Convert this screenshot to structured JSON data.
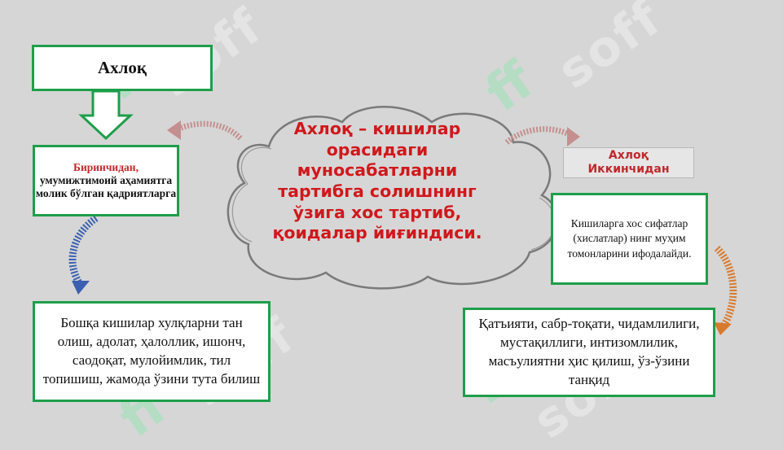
{
  "watermark": {
    "text": "soff",
    "mark": "ff"
  },
  "title": "Ахлоқ",
  "first": {
    "heading": "Биринчидан,",
    "body": "умумижтимоий аҳамиятга молик бўлган қадриятларга"
  },
  "bottom_left": "Бошқа кишилар хулқларни тан олиш, адолат, ҳалоллик, ишонч, саодоқат, мулойимлик, тил топишиш, жамода ўзини тута билиш",
  "center": "Ахлоқ – кишилар орасидаги муносабатларни тартибга солишнинг ўзига хос тартиб, қоидалар йиғиндиси.",
  "second": {
    "line1": "Ахлоқ",
    "line2": "Иккинчидан"
  },
  "right_mid": "Кишиларга хос сифатлар (хислатлар) нинг муҳим томонларини ифодалайди.",
  "right_bottom": "Қатъияти, сабр-тоқати, чидамлилиги, мустақиллиги, интизомлилик, масъулиятни ҳис қилиш, ўз-ўзини танқид",
  "colors": {
    "green": "#1e9e4a",
    "red": "#c0282a",
    "center_red": "#d0181c",
    "blue_arrow": "#3a5fb0",
    "orange_arrow": "#d87a2c"
  }
}
